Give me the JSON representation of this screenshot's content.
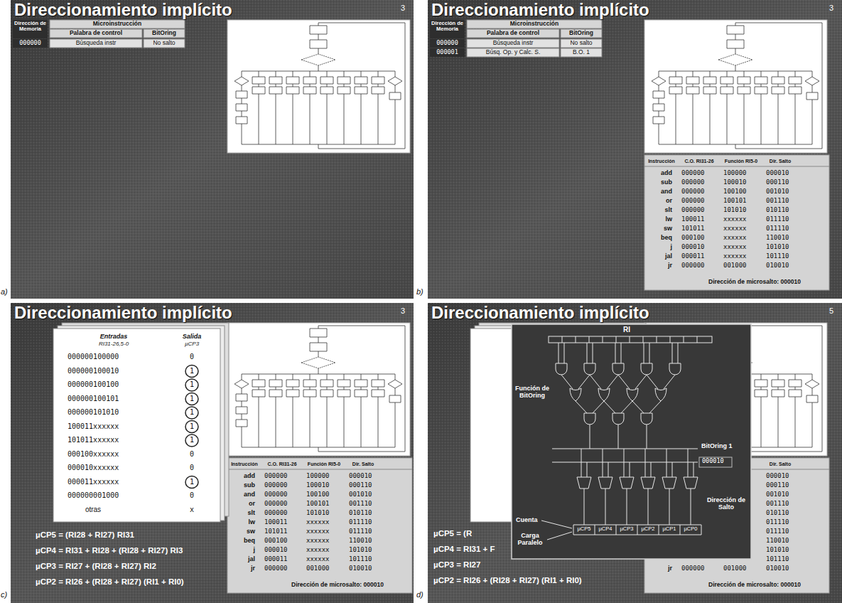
{
  "diagram": {
    "nodes": [
      {
        "text": [
          "Direccionamiento implícito",
          "3"
        ]
      },
      {
        "text": [
          "Direccionamiento implícito",
          "3"
        ]
      },
      {
        "text": [
          "Direccionamiento implícito",
          "3"
        ]
      },
      {
        "text": [
          "Direccionamiento implícito",
          "5"
        ]
      }
    ],
    "labels": [
      "a)",
      "b)",
      "c)",
      "d)",
      "Dirección de Memoria",
      "Microinstrucción",
      "Palabra de control",
      "BitOring",
      "000000",
      "Búsqueda instr",
      "No salto",
      "Dirección de Memoria",
      "Microinstrucción",
      "Palabra de control",
      "BitOring",
      "000000",
      "Búsqueda instr",
      "No salto",
      "000001",
      "Búsq. Op. y Calc. S.",
      "B.O. 1",
      "Instrucción",
      "C.O. RI31-26",
      "Función RI5-0",
      "Dir. Salto",
      "add",
      "000000",
      "100000",
      "000010",
      "sub",
      "000000",
      "100010",
      "000110",
      "and",
      "000000",
      "100100",
      "001010",
      "or",
      "000000",
      "100101",
      "001110",
      "slt",
      "000000",
      "101010",
      "010110",
      "lw",
      "100011",
      "xxxxxx",
      "011110",
      "sw",
      "101011",
      "xxxxxx",
      "011110",
      "beq",
      "000100",
      "xxxxxx",
      "110010",
      "j",
      "000010",
      "xxxxxx",
      "101010",
      "jal",
      "000011",
      "xxxxxx",
      "101110",
      "jr",
      "000000",
      "001000",
      "010010",
      "Dirección de microsalto: 000010",
      "Entradas",
      "RI31-26,5-0",
      "Salida",
      "µCP3",
      "000000100000",
      "0",
      "000000100010",
      "1",
      "000000100100",
      "1",
      "000000100101",
      "1",
      "000000101010",
      "1",
      "100011xxxxxx",
      "1",
      "101011xxxxxx",
      "1",
      "000100xxxxxx",
      "0",
      "000010xxxxxx",
      "0",
      "000011xxxxxx",
      "1",
      "000000001000",
      "0",
      "otras",
      "x",
      "µCP5 = (RI28 + RI27) RI31",
      "µCP4 = RI31 + RI28 + (RI28 + RI27) RI3",
      "µCP3 = RI27 + (RI28 + RI27) RI2",
      "µCP2 = RI26 + (RI28 + RI27) (RI1 + RI0)",
      "Instrucción",
      "C.O. RI31-26",
      "Función RI5-0",
      "Dir. Salto",
      "add",
      "000000",
      "100000",
      "000010",
      "sub",
      "000000",
      "100010",
      "000110",
      "and",
      "000000",
      "100100",
      "001010",
      "or",
      "000000",
      "100101",
      "001110",
      "slt",
      "000000",
      "101010",
      "010110",
      "lw",
      "100011",
      "xxxxxx",
      "011110",
      "sw",
      "101011",
      "xxxxxx",
      "011110",
      "beq",
      "000100",
      "xxxxxx",
      "110010",
      "j",
      "000010",
      "xxxxxx",
      "101010",
      "jal",
      "000011",
      "xxxxxx",
      "101110",
      "jr",
      "000000",
      "001000",
      "010010",
      "Dirección de microsalto: 000010",
      "µCP5 = (R",
      "µCP4 = RI31 + F",
      "µCP3 = RI27",
      "µCP2 = RI26 + (RI28 + RI27) (RI1 + RI0)",
      "Dir. Salto",
      "000010",
      "000110",
      "001010",
      "001110",
      "010110",
      "011110",
      "011110",
      "110010",
      "101010",
      "101110",
      "jr",
      "000000",
      "001000",
      "010010",
      "Dirección de microsalto: 000010",
      "RI",
      "Función de BitOring",
      "BitOring 1",
      "000010",
      "Dirección de Salto",
      "Cuenta",
      "Carga Paralelo",
      "µCP5",
      "µCP4",
      "µCP3",
      "µCP2",
      "µCP1",
      "µCP0"
    ]
  }
}
